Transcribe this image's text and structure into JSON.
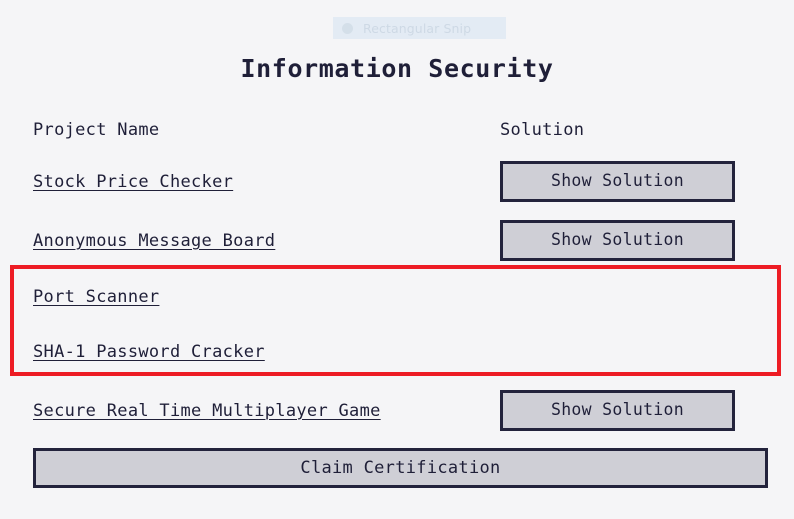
{
  "snip_overlay": {
    "label": "Rectangular Snip",
    "icon": "circle-dot-icon",
    "bg_color": "#e3ebf4",
    "text_color": "#ccd8e5"
  },
  "page_title": "Information Security",
  "colors": {
    "background": "#f5f5f7",
    "text": "#1f1f38",
    "button_fill": "#cfcfd6",
    "button_border": "#23233c",
    "highlight_red": "#ed1c24"
  },
  "table": {
    "headers": {
      "project_name": "Project Name",
      "solution": "Solution"
    },
    "rows": [
      {
        "project_name": "Stock Price Checker",
        "solution_label": "Show Solution",
        "has_solution_button": true,
        "highlighted": false
      },
      {
        "project_name": "Anonymous Message Board",
        "solution_label": "Show Solution",
        "has_solution_button": true,
        "highlighted": false
      },
      {
        "project_name": "Port Scanner",
        "solution_label": "",
        "has_solution_button": false,
        "highlighted": true
      },
      {
        "project_name": "SHA-1 Password Cracker",
        "solution_label": "",
        "has_solution_button": false,
        "highlighted": true
      },
      {
        "project_name": "Secure Real Time Multiplayer Game",
        "solution_label": "Show Solution",
        "has_solution_button": true,
        "highlighted": false
      }
    ]
  },
  "claim_button": {
    "label": "Claim Certification"
  }
}
